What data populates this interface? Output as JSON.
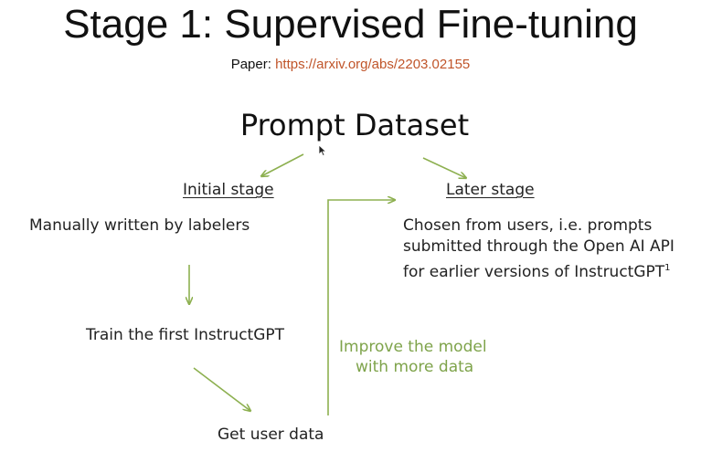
{
  "slide": {
    "title": "Stage 1: Supervised Fine-tuning",
    "paper_label": "Paper: ",
    "paper_url": "https://arxiv.org/abs/2203.02155"
  },
  "diagram": {
    "root": "Prompt Dataset",
    "initial_stage": {
      "heading": "Initial stage",
      "step1": "Manually written by labelers",
      "step2": "Train the first InstructGPT",
      "step3": "Get user data"
    },
    "later_stage": {
      "heading": "Later stage",
      "lines": [
        "Chosen from users, i.e. prompts",
        "submitted through the Open AI API",
        "for earlier versions of InstructGPT"
      ],
      "footnote_mark": "1"
    },
    "loop_label": {
      "line1": "Improve the model",
      "line2": "with more data"
    }
  },
  "colors": {
    "arrow": "#8db050",
    "link": "#c0552a",
    "loop_text": "#7ea34a"
  },
  "icons": {
    "cursor": "mouse-pointer-icon"
  }
}
